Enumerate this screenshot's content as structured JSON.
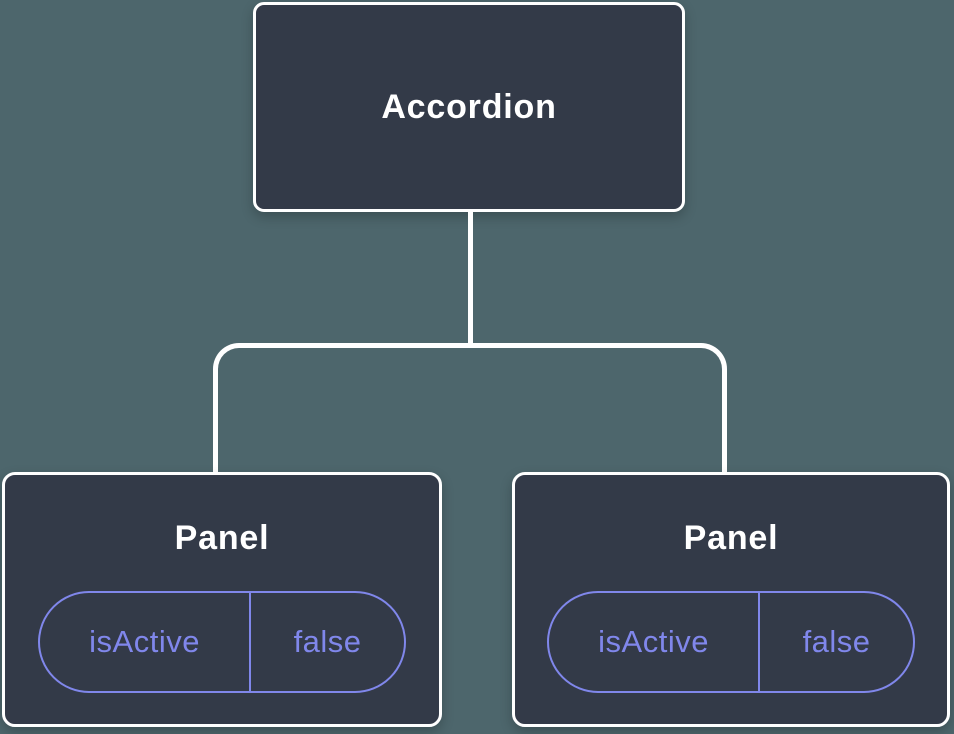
{
  "diagram": {
    "type": "component-tree",
    "root": {
      "label": "Accordion"
    },
    "children": [
      {
        "label": "Panel",
        "prop": {
          "name": "isActive",
          "value": "false"
        }
      },
      {
        "label": "Panel",
        "prop": {
          "name": "isActive",
          "value": "false"
        }
      }
    ]
  },
  "colors": {
    "background": "#4D666C",
    "node_fill": "#333A48",
    "node_border": "#FFFFFF",
    "node_text": "#FFFFFF",
    "connector": "#FFFFFF",
    "prop_accent": "#8087EB"
  }
}
